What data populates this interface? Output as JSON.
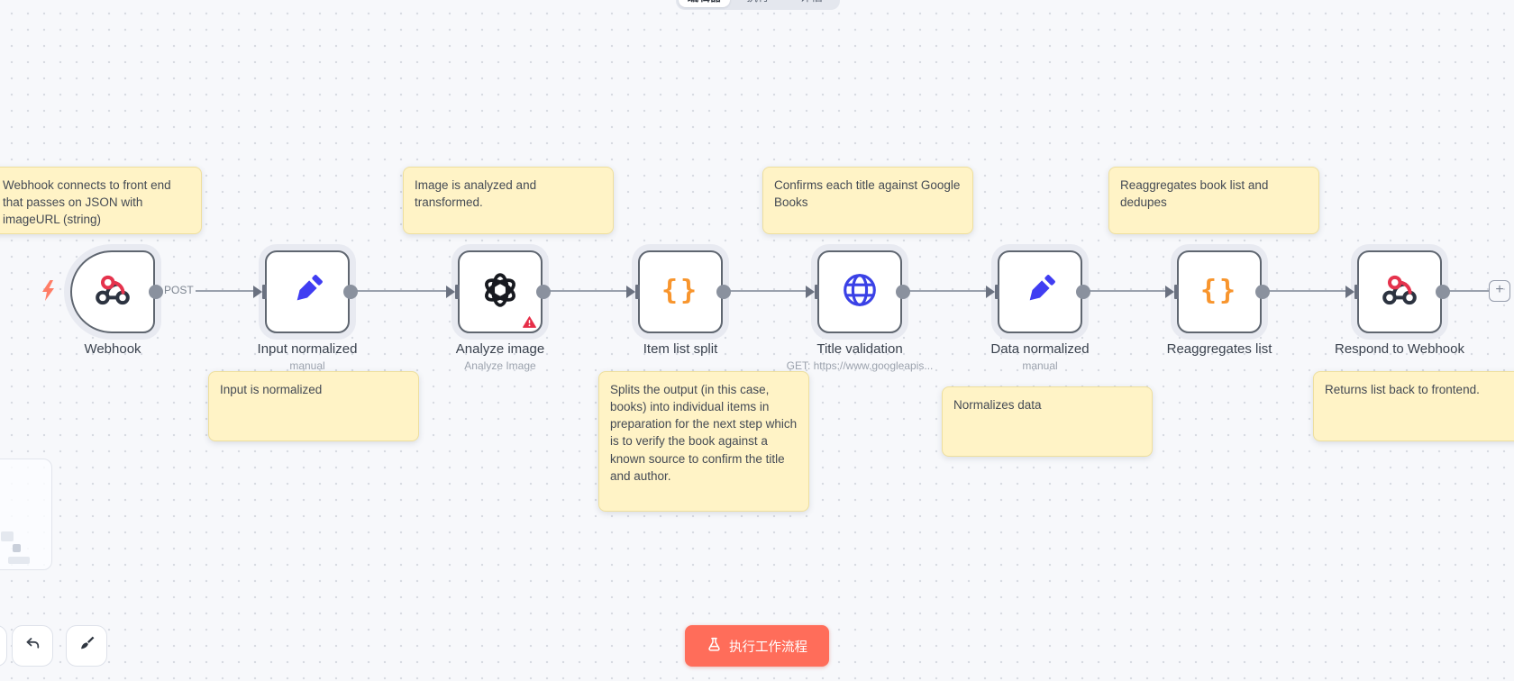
{
  "header_tabs": {
    "editor": "编辑器",
    "executions": "执行",
    "evaluations": "评估"
  },
  "workflow": {
    "connector_label": "POST",
    "add_node_label": "+",
    "nodes": [
      {
        "id": "webhook",
        "label": "Webhook",
        "sub": "",
        "icon": "webhook-icon",
        "type": "trigger"
      },
      {
        "id": "input-normalized",
        "label": "Input normalized",
        "sub": "manual",
        "icon": "edit-pencil-icon"
      },
      {
        "id": "analyze-image",
        "label": "Analyze image",
        "sub": "Analyze Image",
        "icon": "openai-icon",
        "has_warning": true
      },
      {
        "id": "item-list-split",
        "label": "Item list split",
        "sub": "",
        "icon": "curly-braces-icon",
        "braces": "{}"
      },
      {
        "id": "title-validation",
        "label": "Title validation",
        "sub": "GET: https://www.googleapis...",
        "icon": "globe-icon"
      },
      {
        "id": "data-normalized",
        "label": "Data normalized",
        "sub": "manual",
        "icon": "edit-pencil-icon"
      },
      {
        "id": "reaggregates-list",
        "label": "Reaggregates list",
        "sub": "",
        "icon": "curly-braces-icon",
        "braces": "{}"
      },
      {
        "id": "respond-to-webhook",
        "label": "Respond to Webhook",
        "sub": "",
        "icon": "webhook-icon"
      }
    ],
    "sticky_notes": [
      {
        "text": "Webhook connects to front end that passes on JSON with imageURL (string)"
      },
      {
        "text": "Image is analyzed and transformed."
      },
      {
        "text": "Confirms each title against Google Books"
      },
      {
        "text": "Reaggregates book list and dedupes"
      },
      {
        "text": "Input is normalized"
      },
      {
        "text": "Splits the output (in this case, books) into individual items in preparation for the next step which is to verify the book against a known source to confirm the title and author."
      },
      {
        "text": "Normalizes data"
      },
      {
        "text": "Returns list back to frontend."
      }
    ]
  },
  "footer": {
    "execute_button_label": "执行工作流程"
  },
  "colors": {
    "canvas_bg": "#f7f8fb",
    "sticky_bg": "#fff3c6",
    "execute_button": "#ff6d5a",
    "node_border": "#5f6670",
    "pencil_blue": "#403df2",
    "globe_blue": "#3a41e6",
    "braces_orange": "#f8952d",
    "webhook_red": "#e5334d",
    "warning_red": "#e62e48"
  }
}
